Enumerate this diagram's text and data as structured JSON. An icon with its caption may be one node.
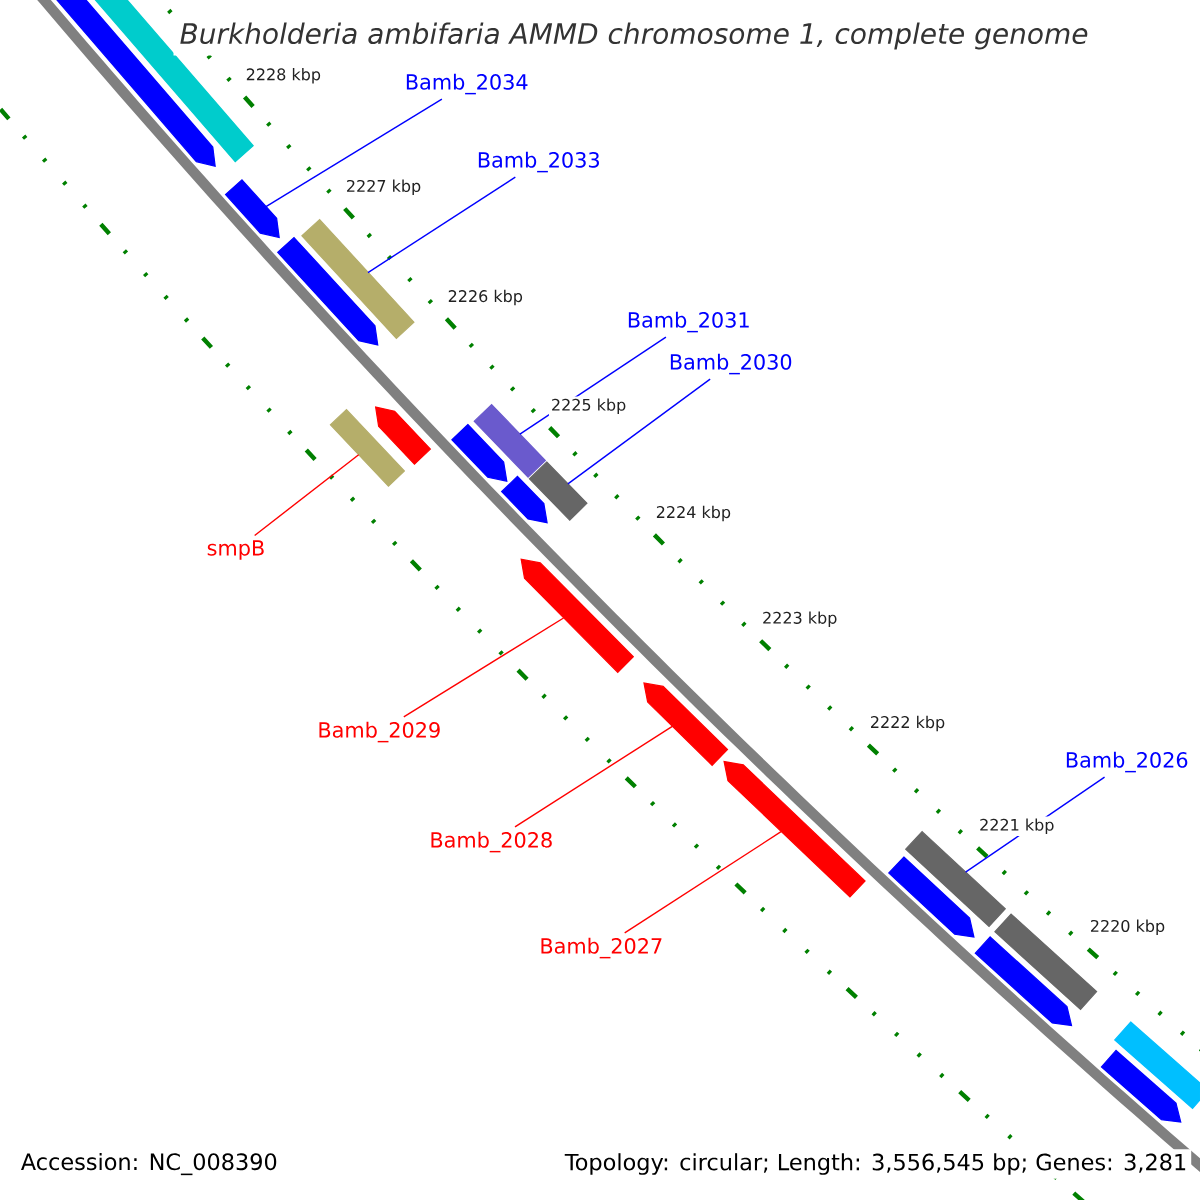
{
  "diagram": {
    "title": "Burkholderia ambifaria AMMD chromosome 1, complete genome",
    "nodes": [
      {
        "text": [
          "Bamb_2034"
        ]
      },
      {
        "text": [
          "Bamb_2033"
        ]
      },
      {
        "text": [
          "Bamb_2031"
        ]
      },
      {
        "text": [
          "Bamb_2030"
        ]
      },
      {
        "text": [
          "smpB"
        ]
      },
      {
        "text": [
          "Bamb_2029"
        ]
      },
      {
        "text": [
          "Bamb_2028"
        ]
      },
      {
        "text": [
          "Bamb_2027"
        ]
      },
      {
        "text": [
          "Bamb_2026"
        ]
      },
      {
        "text": [],
        "shape": "pentagon"
      },
      {
        "text": [],
        "shape": "bar"
      },
      {
        "text": [],
        "shape": "pentagon"
      },
      {
        "text": [],
        "shape": "pentagon"
      },
      {
        "text": [],
        "shape": "bar"
      },
      {
        "text": [],
        "shape": "pentagon"
      },
      {
        "text": [],
        "shape": "bar"
      },
      {
        "text": [],
        "shape": "bar"
      },
      {
        "text": [],
        "shape": "pentagon"
      },
      {
        "text": [],
        "shape": "bar"
      },
      {
        "text": [],
        "shape": "pentagon"
      },
      {
        "text": [],
        "shape": "pentagon"
      },
      {
        "text": [],
        "shape": "pentagon"
      },
      {
        "text": [],
        "shape": "pentagon"
      },
      {
        "text": [],
        "shape": "pentagon"
      },
      {
        "text": [],
        "shape": "bar"
      },
      {
        "text": [],
        "shape": "pentagon"
      },
      {
        "text": [],
        "shape": "bar"
      },
      {
        "text": [],
        "shape": "bar"
      },
      {
        "text": [],
        "shape": "pentagon"
      }
    ],
    "edges": [
      {
        "from": 0,
        "to": 11,
        "arrow": "none"
      },
      {
        "from": 1,
        "to": 13,
        "arrow": "none"
      },
      {
        "from": 2,
        "to": 16,
        "arrow": "none"
      },
      {
        "from": 3,
        "to": 18,
        "arrow": "none"
      },
      {
        "from": 4,
        "to": 15,
        "arrow": "none",
        "color": "#ff0000"
      },
      {
        "from": 5,
        "to": 20,
        "arrow": "none",
        "color": "#ff0000"
      },
      {
        "from": 6,
        "to": 21,
        "arrow": "none",
        "color": "#ff0000"
      },
      {
        "from": 7,
        "to": 22,
        "arrow": "none",
        "color": "#ff0000"
      },
      {
        "from": 8,
        "to": 24,
        "arrow": "none"
      }
    ],
    "labels": [
      "2228 kbp",
      "2227 kbp",
      "2226 kbp",
      "2225 kbp",
      "2224 kbp",
      "2223 kbp",
      "2222 kbp",
      "2221 kbp",
      "2220 kbp",
      "Accession: NC_008390",
      "Topology: circular; Length: 3,556,545 bp; Genes: 3,281"
    ]
  }
}
